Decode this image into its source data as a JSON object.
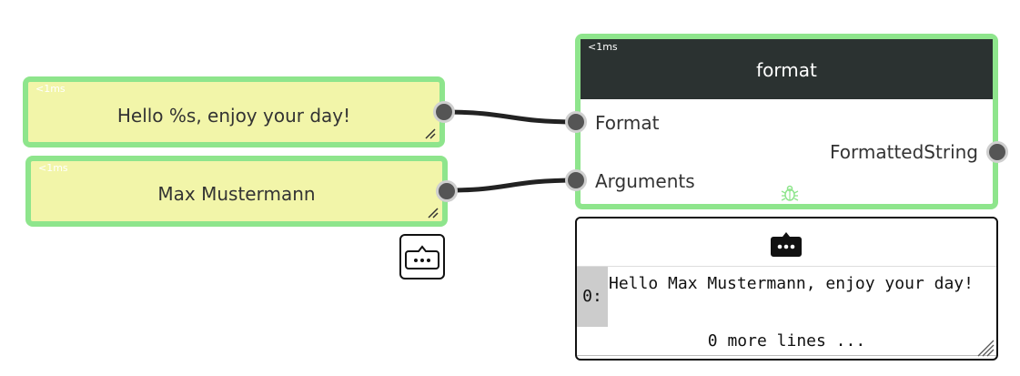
{
  "nodes": {
    "greeting": {
      "timing": "<1ms",
      "text": "Hello %s, enjoy your day!"
    },
    "name": {
      "timing": "<1ms",
      "text": "Max Mustermann"
    },
    "format": {
      "timing": "<1ms",
      "title": "format",
      "inputs": [
        "Format",
        "Arguments"
      ],
      "output": "FormattedString"
    }
  },
  "output_panel": {
    "lines": [
      {
        "index": "0:",
        "text": "Hello Max Mustermann, enjoy your day!"
      }
    ],
    "more_lines": "0 more lines ..."
  },
  "icons": {
    "node_bug": "bug-icon",
    "inspect": "chat-ellipsis-icon",
    "output_toggle": "chat-ellipsis-icon"
  },
  "colors": {
    "node_border": "#8ee58c",
    "text_node_bg": "#f2f5a9",
    "header_bg": "#2b3231",
    "port_fill": "#555555",
    "wire": "#222222"
  }
}
